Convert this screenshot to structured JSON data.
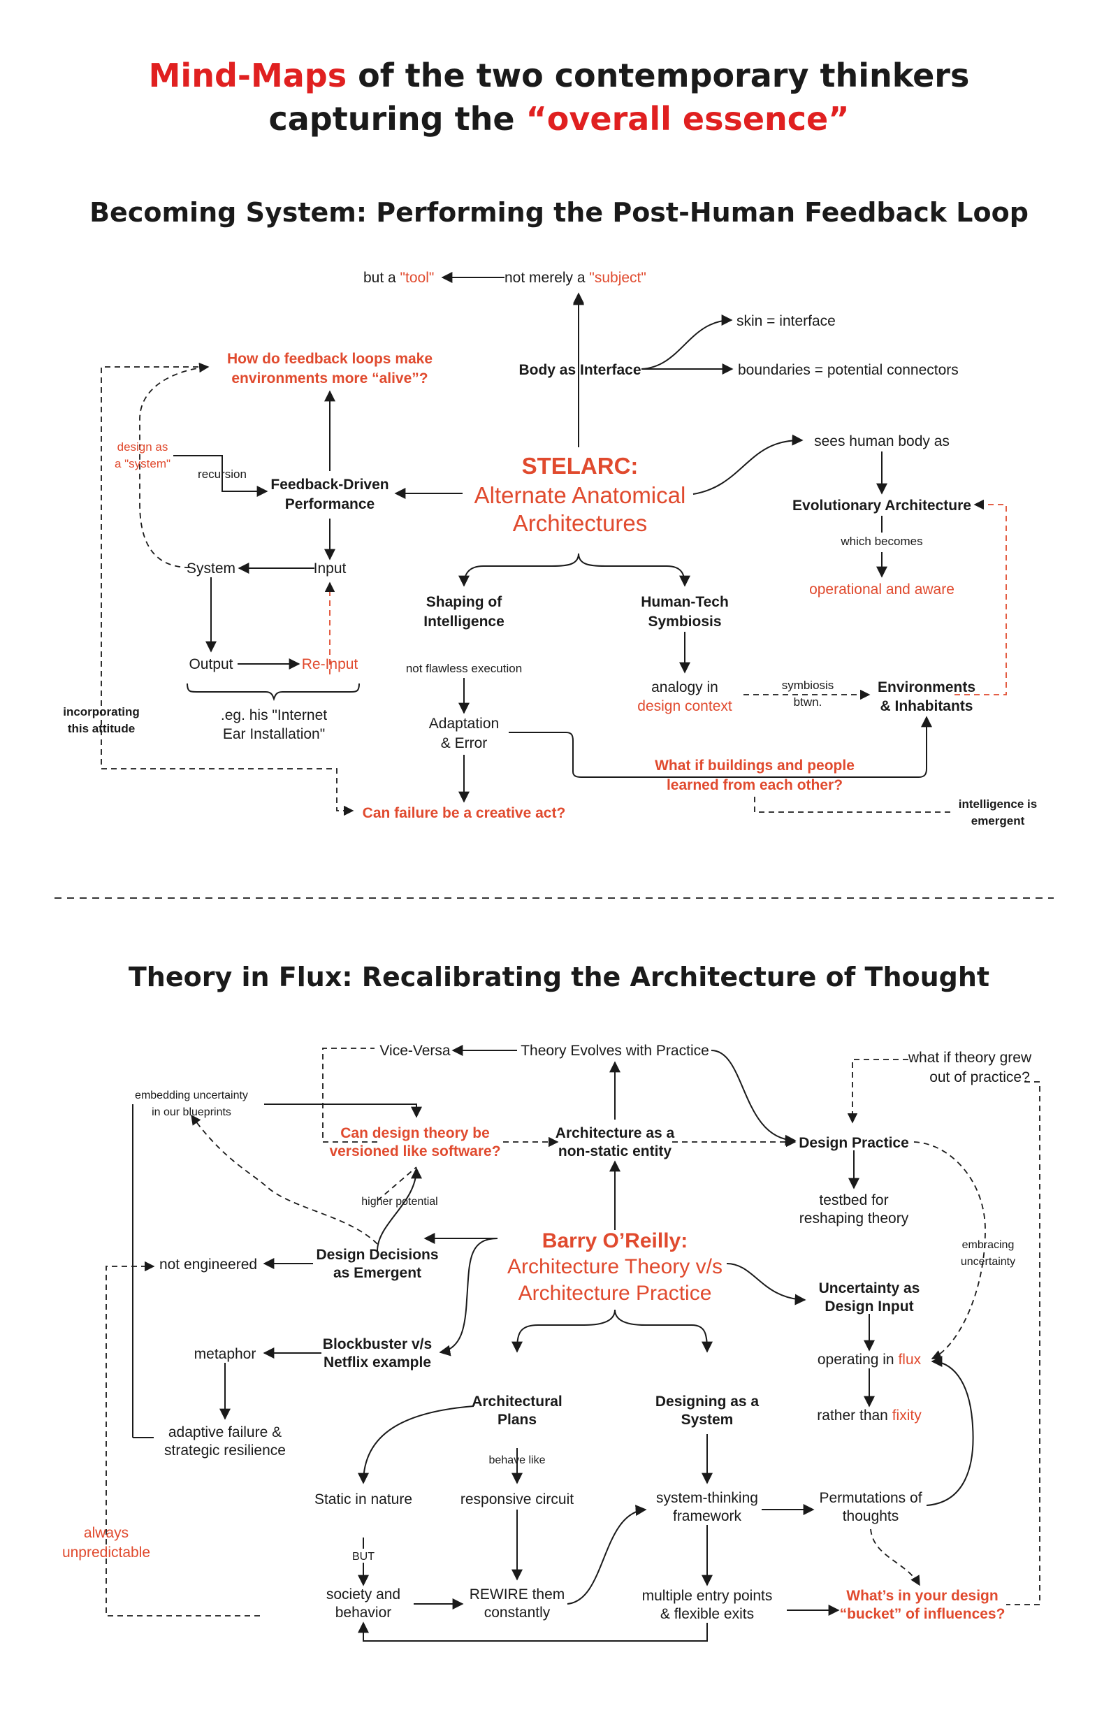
{
  "page": {
    "title_red_1": "Mind-Maps",
    "title_black_1": " of the two contemporary thinkers",
    "title_black_2": "capturing the ",
    "title_red_2": "“overall essence”"
  },
  "map1": {
    "heading": "Becoming System: Performing the Post-Human Feedback Loop",
    "center": {
      "title": "STELARC:",
      "line1": "Alternate Anatomical",
      "line2": "Architectures"
    },
    "but_a": "but a ",
    "tool": "\"tool\"",
    "not_merely": "not merely a ",
    "subject": "\"subject\"",
    "body_interface": "Body as Interface",
    "skin": "skin = interface",
    "boundaries": "boundaries = potential connectors",
    "sees_human": "sees human body as",
    "evolutionary": "Evolutionary Architecture",
    "which_becomes": "which becomes",
    "operational": "operational and aware",
    "feedback_q1": "How do feedback loops make",
    "feedback_q2": "environments more “alive”?",
    "design_as1": "design as",
    "design_as2": "a \"system\"",
    "recursion": "recursion",
    "fdp1": "Feedback-Driven",
    "fdp2": "Performance",
    "system": "System",
    "input": "Input",
    "output": "Output",
    "reinput": "Re-Input",
    "eg1": ".eg. his \"Internet",
    "eg2": "Ear Installation\"",
    "incorporating1": "incorporating",
    "incorporating2": "this attitude",
    "shaping1": "Shaping of",
    "shaping2": "Intelligence",
    "not_flawless": "not flawless execution",
    "adaptation1": "Adaptation",
    "adaptation2": "& Error",
    "failure_q": "Can failure be a creative act?",
    "humantech1": "Human-Tech",
    "humantech2": "Symbiosis",
    "analogy1": "analogy in",
    "analogy2": "design context",
    "symbiosis1": "symbiosis",
    "symbiosis2": "btwn.",
    "env1": "Environments",
    "env2": "& Inhabitants",
    "what_if1": "What if buildings and people",
    "what_if2": "learned from each other?",
    "intel1": "intelligence is",
    "intel2": "emergent"
  },
  "map2": {
    "heading": "Theory in Flux: Recalibrating the Architecture of Thought",
    "center": {
      "title": "Barry O’Reilly:",
      "line1": "Architecture Theory v/s",
      "line2": "Architecture Practice"
    },
    "vice_versa": "Vice-Versa",
    "theory_evolves": "Theory Evolves with Practice",
    "what_if_theory1": "what if theory grew",
    "what_if_theory2": "out of practice?",
    "embedding1": "embedding uncertainty",
    "embedding2": "in our blueprints",
    "versioned1": "Can design theory be",
    "versioned2": "versioned like software?",
    "non_static1": "Architecture as a",
    "non_static2": "non-static entity",
    "design_practice": "Design Practice",
    "testbed1": "testbed for",
    "testbed2": "reshaping theory",
    "higher_potential": "higher potential",
    "embracing1": "embracing",
    "embracing2": "uncertainty",
    "not_engineered": "not engineered",
    "decisions1": "Design Decisions",
    "decisions2": "as Emergent",
    "uncertainty1": "Uncertainty as",
    "uncertainty2": "Design Input",
    "blockbuster1": "Blockbuster v/s",
    "blockbuster2": "Netflix example",
    "metaphor": "metaphor",
    "operating": "operating in ",
    "flux": "flux",
    "rather": "rather than ",
    "fixity": "fixity",
    "adaptive1": "adaptive failure &",
    "adaptive2": "strategic resilience",
    "plans1": "Architectural",
    "plans2": "Plans",
    "designing1": "Designing as a",
    "designing2": "System",
    "behave_like": "behave like",
    "static": "Static in nature",
    "responsive": "responsive circuit",
    "system_thinking1": "system-thinking",
    "system_thinking2": "framework",
    "permutations1": "Permutations of",
    "permutations2": "thoughts",
    "always1": "always",
    "always2": "unpredictable",
    "but": "BUT",
    "society1": "society and",
    "society2": "behavior",
    "rewire1": "REWIRE them",
    "rewire2": "constantly",
    "multiple1": "multiple entry points",
    "multiple2": "& flexible exits",
    "bucket1": "What’s in your design",
    "bucket2": "“bucket” of influences?"
  },
  "colors": {
    "accent_red": "#e02020",
    "node_red": "#e04a2e",
    "text": "#1a1a1a",
    "divider": "#333333"
  }
}
